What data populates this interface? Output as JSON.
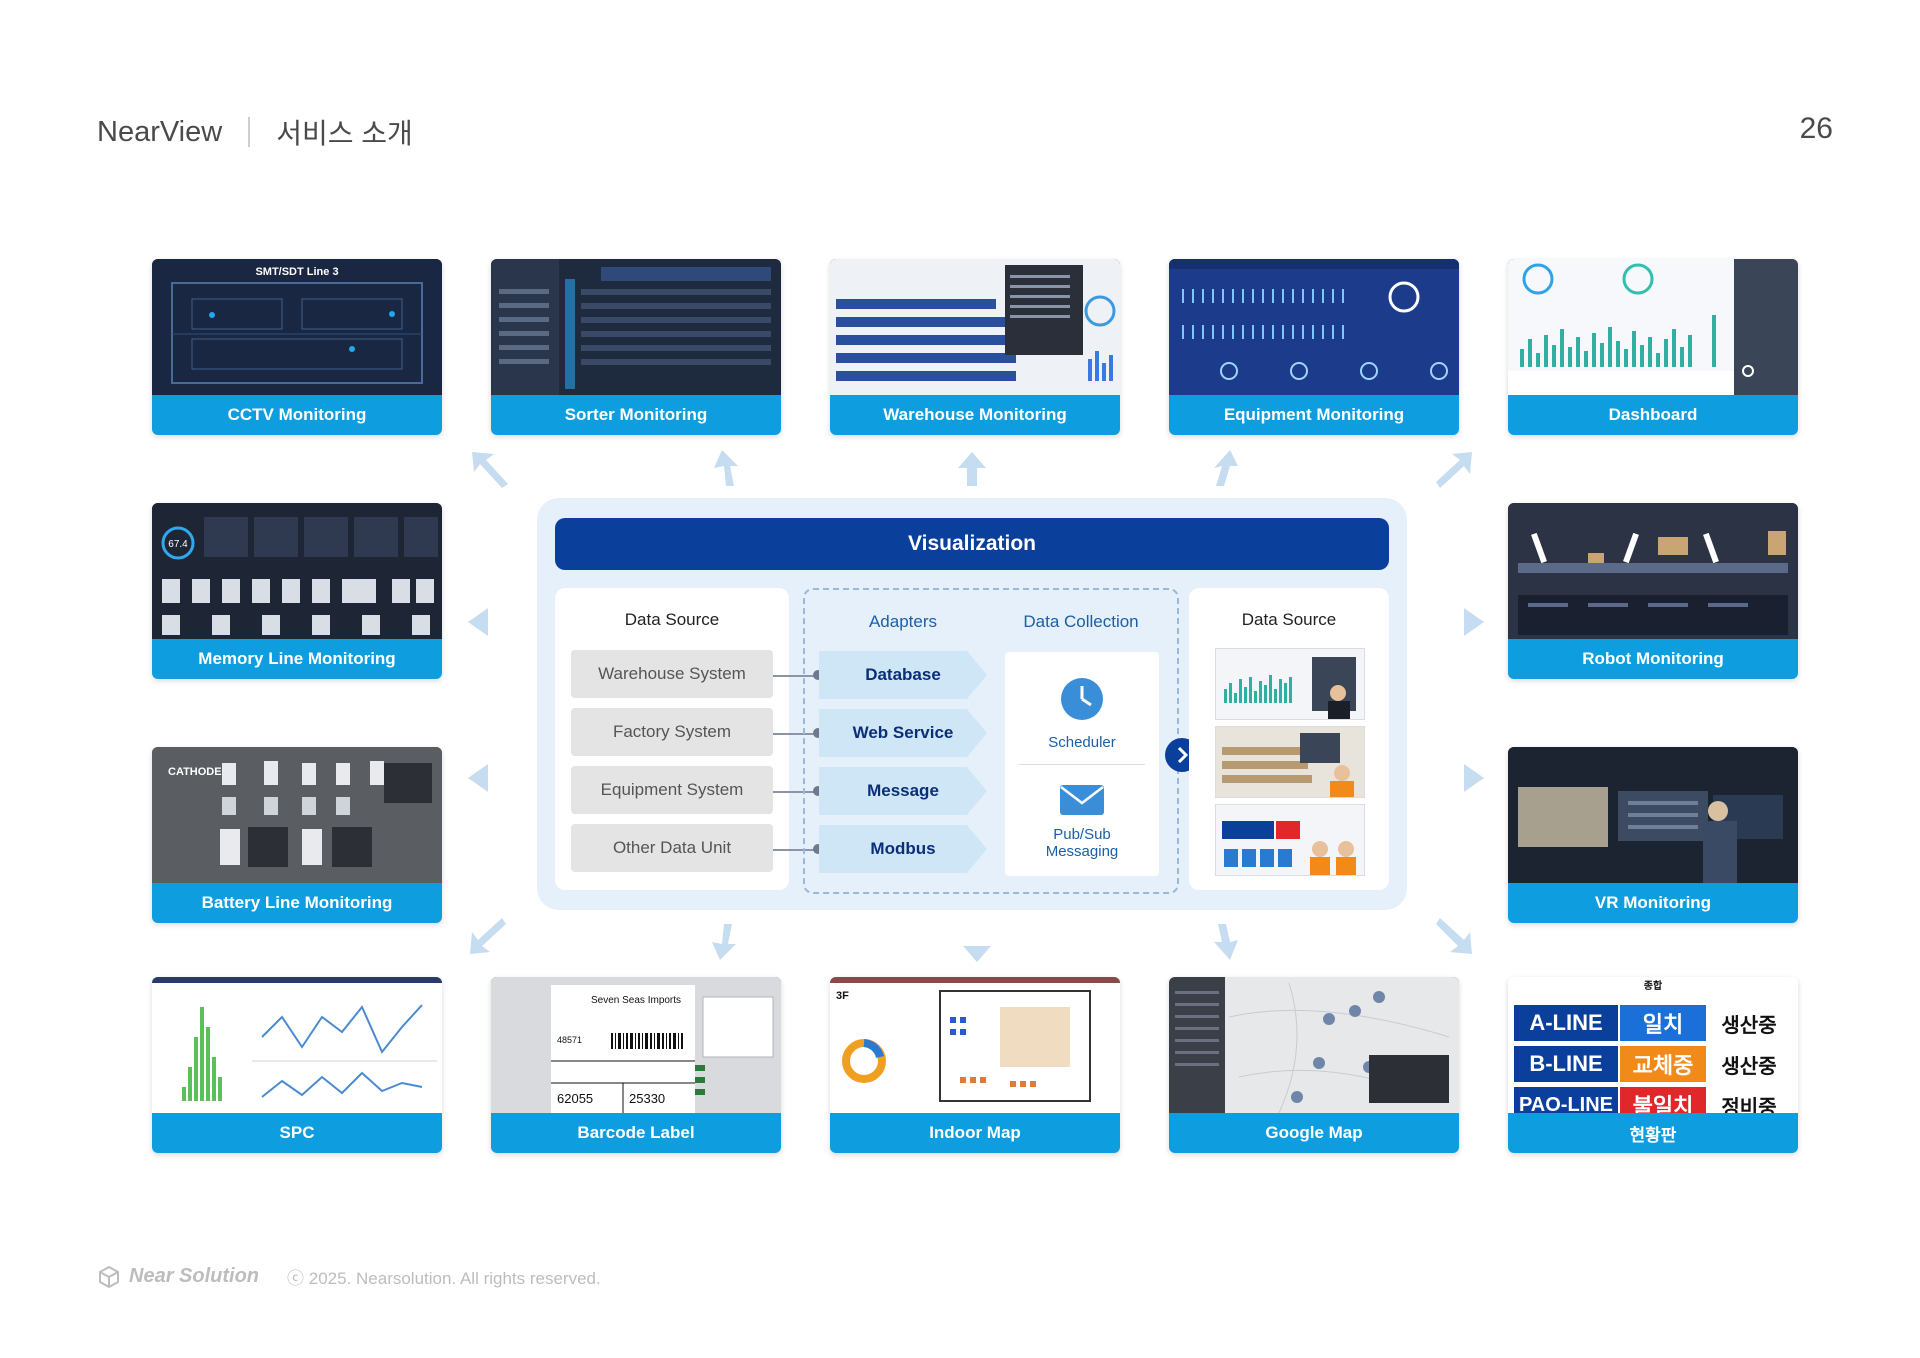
{
  "header": {
    "brand": "NearView",
    "title": "서비스 소개",
    "page_number": "26"
  },
  "tiles": {
    "cctv": "CCTV Monitoring",
    "sorter": "Sorter Monitoring",
    "warehouse": "Warehouse Monitoring",
    "equipment": "Equipment Monitoring",
    "dashboard": "Dashboard",
    "memory": "Memory Line Monitoring",
    "robot": "Robot Monitoring",
    "battery": "Battery Line Monitoring",
    "vr": "VR Monitoring",
    "spc": "SPC",
    "barcode": "Barcode Label",
    "indoor": "Indoor Map",
    "google": "Google Map",
    "status_board": "현황판"
  },
  "screens": {
    "cctv_title": "SMT/SDT Line 3",
    "memory_value": "67.4",
    "battery_cathode": "CATHODE",
    "barcode_company": "Seven Seas Imports",
    "barcode_order": "48571",
    "barcode_ref": "62055",
    "barcode_stock": "25330",
    "indoor_floor": "3F",
    "board_rows": [
      {
        "line": "A-LINE",
        "status": "일치",
        "state": "생산중"
      },
      {
        "line": "B-LINE",
        "status": "교체중",
        "state": "생산중"
      },
      {
        "line": "PAO-LINE",
        "status": "불일치",
        "state": "정비중"
      }
    ],
    "board_header": "종합"
  },
  "center": {
    "visualization": "Visualization",
    "data_source_left": "Data Source",
    "adapters_title": "Adapters",
    "data_collection_title": "Data Collection",
    "data_source_right": "Data Source",
    "sources": [
      "Warehouse System",
      "Factory System",
      "Equipment System",
      "Other Data Unit"
    ],
    "adapters": [
      "Database",
      "Web Service",
      "Message",
      "Modbus"
    ],
    "scheduler": "Scheduler",
    "pubsub_line1": "Pub/Sub",
    "pubsub_line2": "Messaging"
  },
  "footer": {
    "logo": "Near Solution",
    "copyright": "ⓒ 2025. Nearsolution. All rights reserved."
  },
  "colors": {
    "label_blue": "#0e9ee0",
    "navy": "#0b3f9c",
    "panel_bg": "#e6f0fa"
  }
}
